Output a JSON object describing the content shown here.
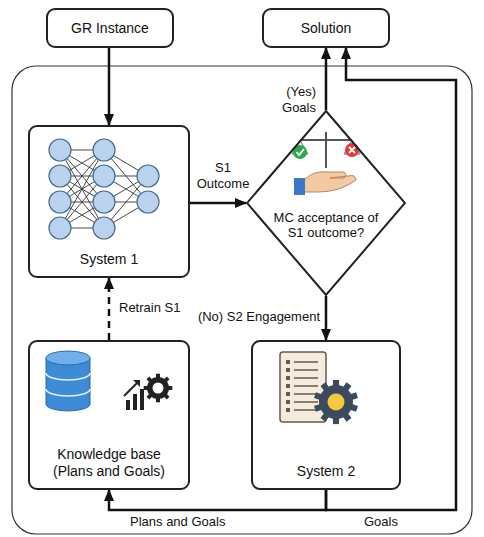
{
  "diagram": {
    "nodes": [
      {
        "text": [
          "GR Instance"
        ]
      },
      {
        "text": [
          "Solution"
        ]
      },
      {
        "text": [
          "System 1"
        ]
      },
      {
        "text": [
          "MC acceptance of S1 outcome?"
        ]
      },
      {
        "text": [
          "Knowledge base (Plans and Goals)"
        ]
      },
      {
        "text": [
          "System 2"
        ]
      }
    ],
    "edges": [
      {
        "from": 0,
        "to": 2,
        "arrow": "to"
      },
      {
        "from": 2,
        "to": 3,
        "arrow": "to",
        "label": "S1 Outcome"
      },
      {
        "from": 3,
        "to": 1,
        "arrow": "to",
        "label": "(Yes) Goals"
      },
      {
        "from": 3,
        "to": 5,
        "arrow": "to",
        "label": "(No) S2 Engagement"
      },
      {
        "from": 5,
        "to": 4,
        "arrow": "to",
        "label": "Plans and Goals"
      },
      {
        "from": 5,
        "to": 1,
        "arrow": "to",
        "label": "Goals"
      },
      {
        "from": 4,
        "to": 2,
        "arrow": "to",
        "label": "Retrain S1"
      }
    ]
  }
}
